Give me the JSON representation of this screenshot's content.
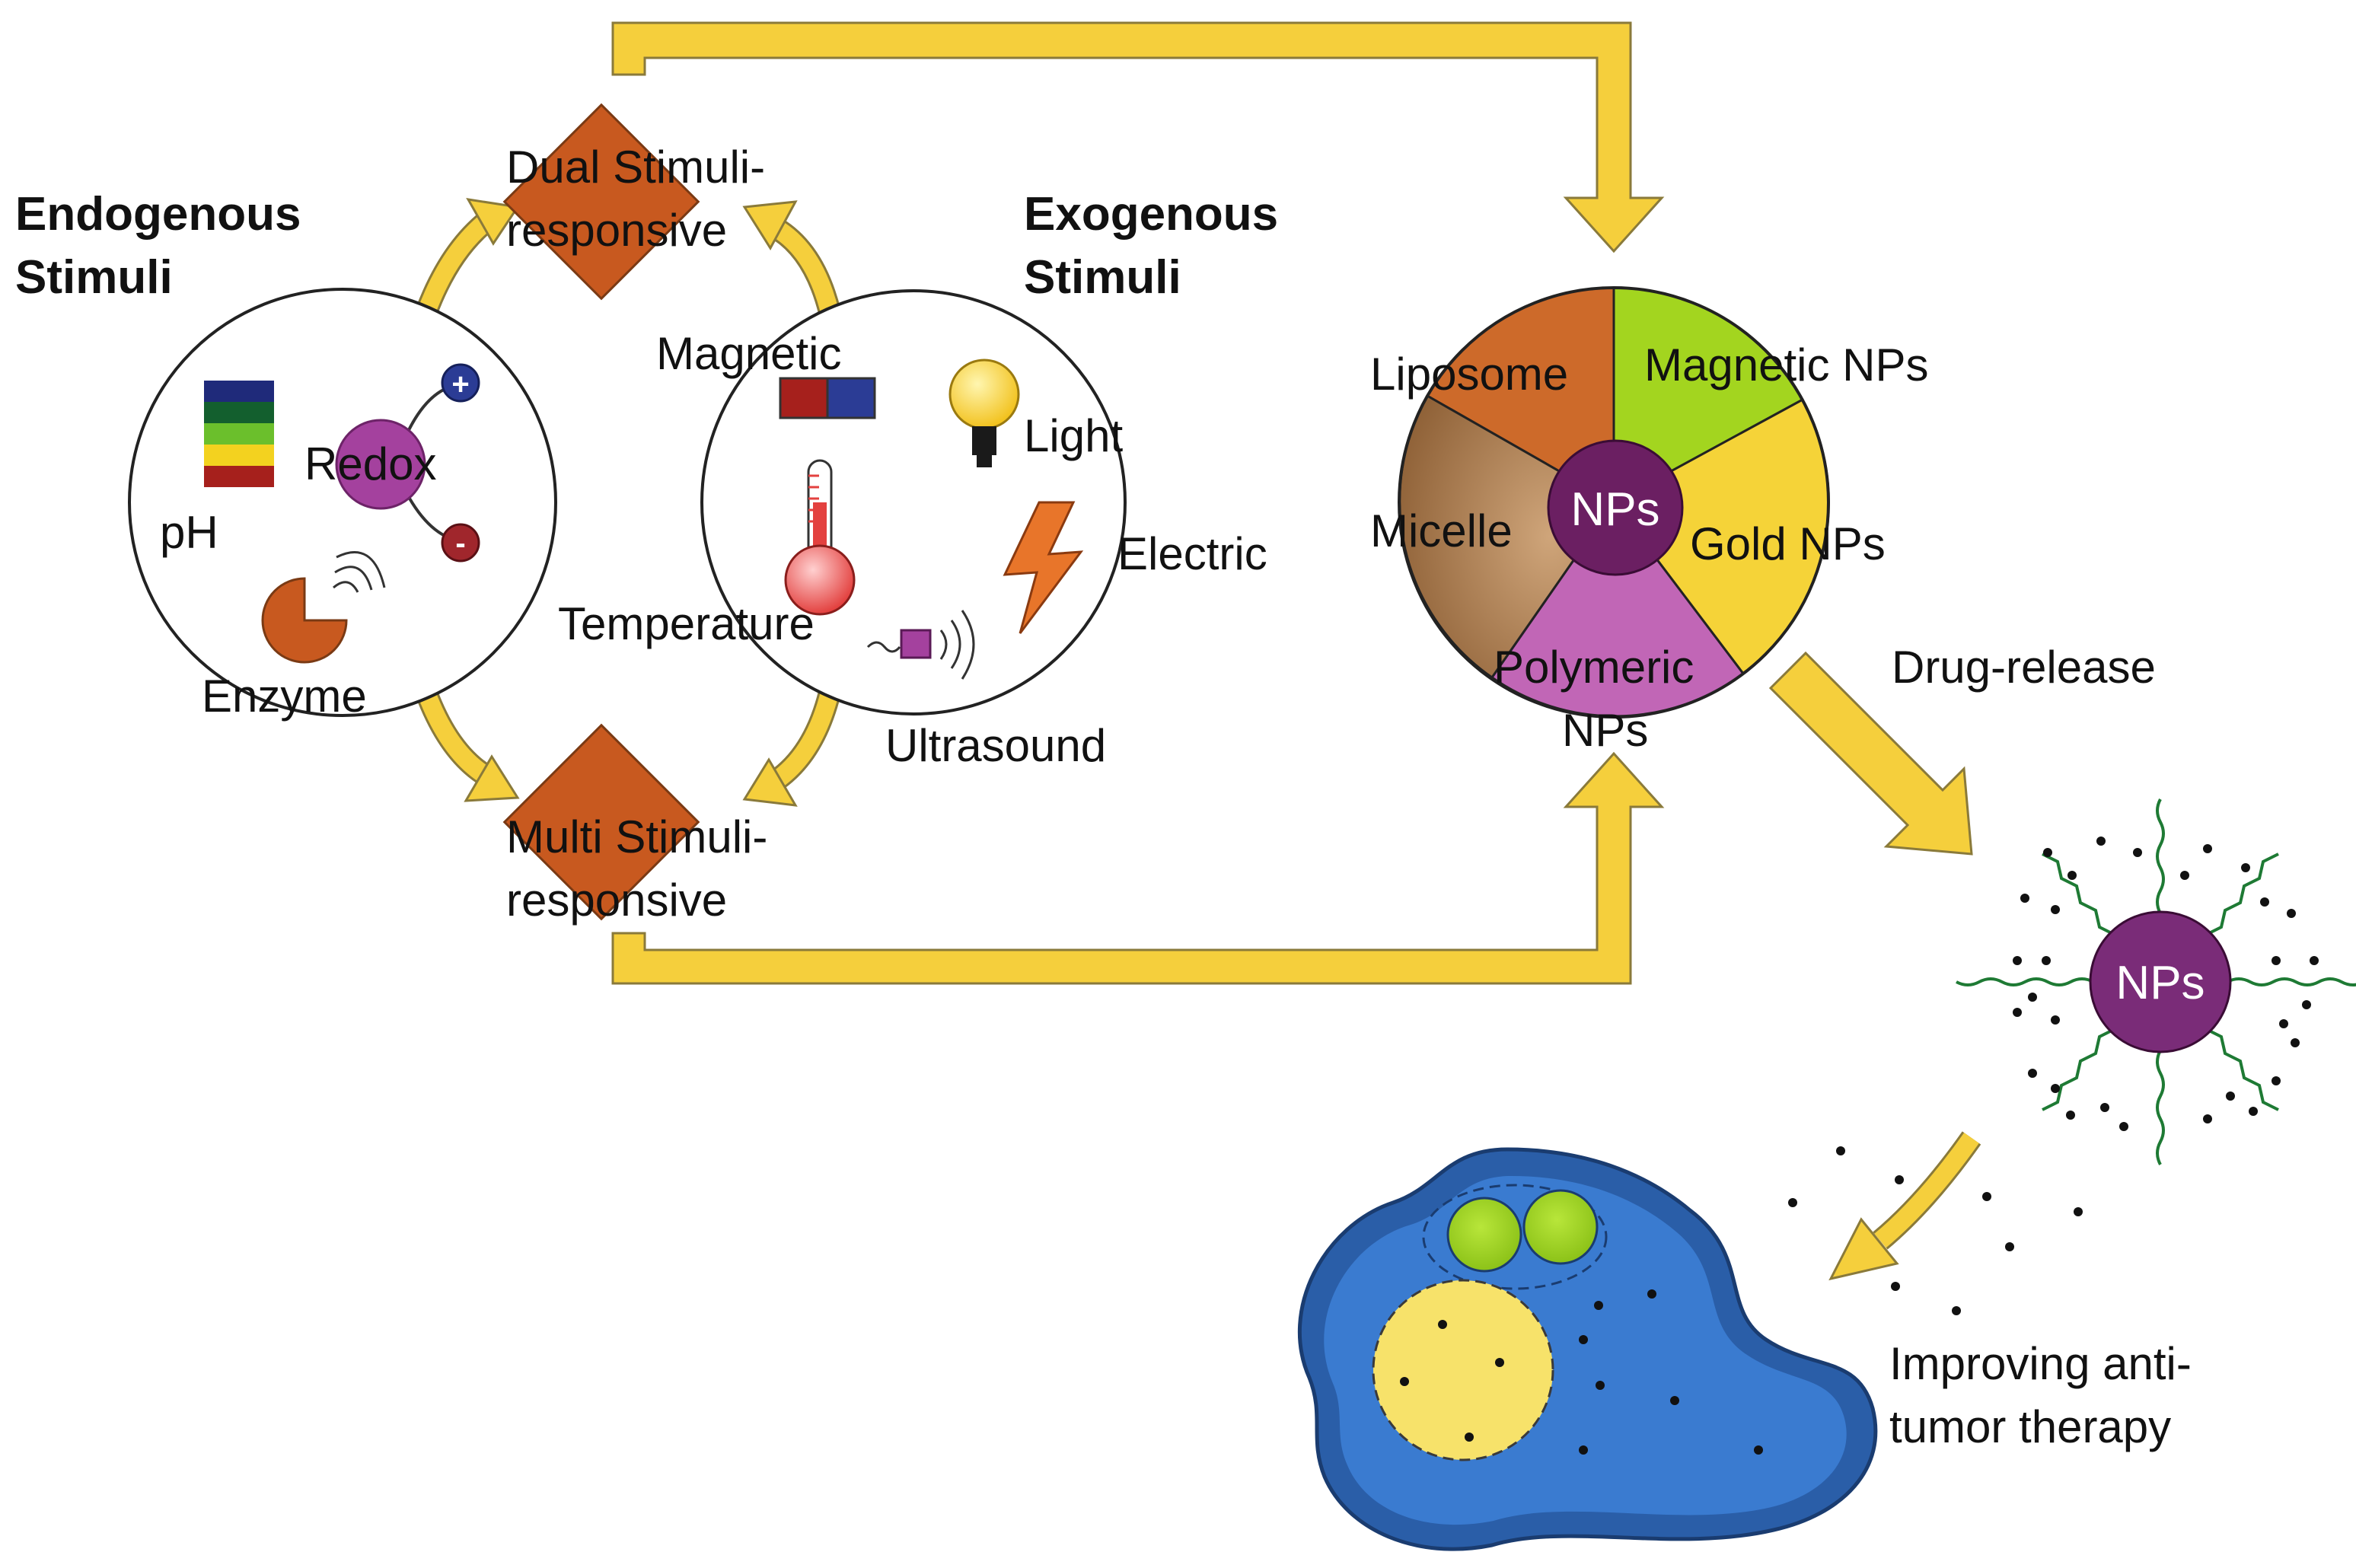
{
  "endogenous": {
    "title_line1": "Endogenous",
    "title_line2": "Stimuli",
    "items": {
      "ph": "pH",
      "redox": "Redox",
      "enzyme": "Enzyme"
    }
  },
  "exogenous": {
    "title_line1": "Exogenous",
    "title_line2": "Stimuli",
    "items": {
      "magnetic": "Magnetic",
      "light": "Light",
      "electric": "Electric",
      "temperature": "Temperature",
      "ultrasound": "Ultrasound"
    }
  },
  "dual": {
    "line1": "Dual Stimuli-",
    "line2": "responsive"
  },
  "multi": {
    "line1": "Multi Stimuli-",
    "line2": "responsive"
  },
  "carriers": {
    "center": "NPs",
    "liposome": "Liposome",
    "magnetic_nps": "Magnetic NPs",
    "micelle": "Micelle",
    "gold_nps": "Gold NPs",
    "polymeric_line1": "Polymeric",
    "polymeric_line2": "NPs"
  },
  "drug_release": "Drug-release",
  "released_np": "NPs",
  "outcome": {
    "line1": "Improving anti-",
    "line2": "tumor therapy"
  },
  "colors": {
    "arrow": "#f5cf3c",
    "diamond": "#c8591f",
    "purple": "#7a2c78",
    "liposome": "#cd6a2a",
    "magnetic_nps": "#a3d51f",
    "gold_nps": "#f5d338",
    "micelle": "#a7784a",
    "polymeric": "#c166b6",
    "cell": "#3a7bd0",
    "nucleus": "#f7e26a"
  }
}
